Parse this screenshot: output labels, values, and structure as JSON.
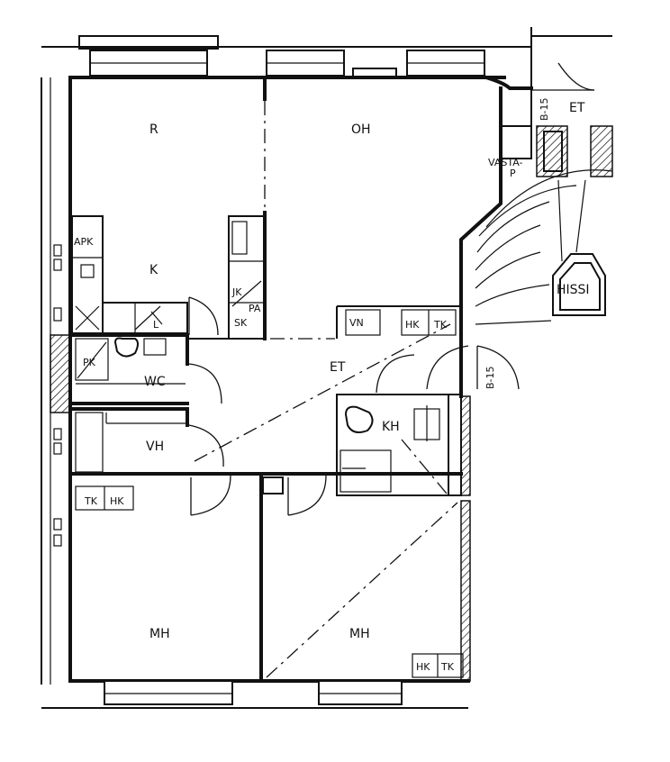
{
  "rooms": {
    "r": "R",
    "oh": "OH",
    "k": "K",
    "et": "ET",
    "wc": "WC",
    "kh": "KH",
    "vh": "VH",
    "mh_left": "MH",
    "mh_right": "MH",
    "hissi": "HISSI",
    "et_stair": "ET"
  },
  "fixtures": {
    "apk": "APK",
    "jk": "JK",
    "pa": "PA",
    "sk": "SK",
    "l": "L",
    "pk": "PK",
    "vn": "VN",
    "hk_et": "HK",
    "tk_et": "TK",
    "tk_vh": "TK",
    "hk_vh": "HK",
    "hk_mh": "HK",
    "tk_mh": "TK",
    "vasta": "VASTA-",
    "vasta2": "P",
    "b15_right": "B-15",
    "b15_top": "B-15"
  }
}
